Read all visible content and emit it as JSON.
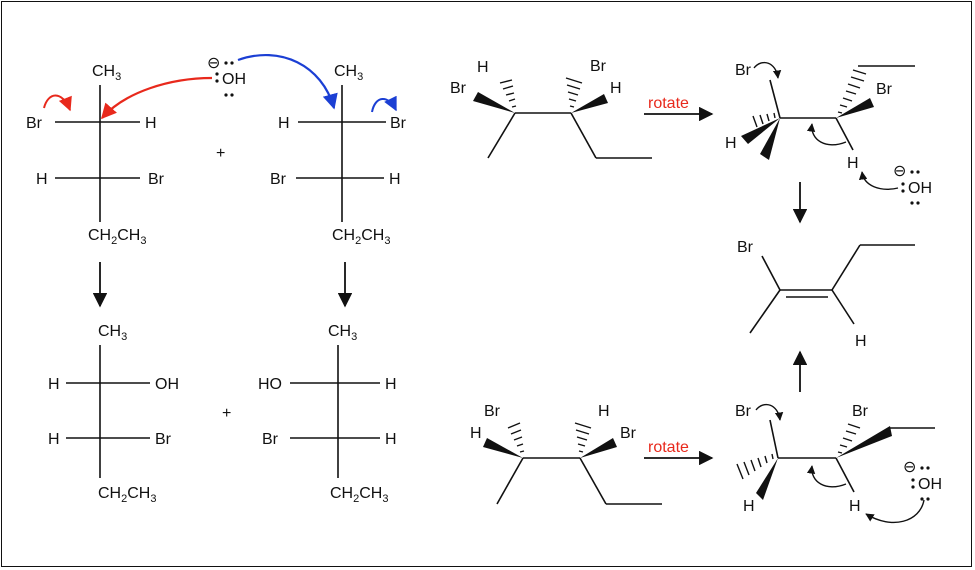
{
  "colors": {
    "ink": "#111111",
    "red_arrow": "#e8291c",
    "blue_arrow": "#1b3fd4",
    "rotate_text": "#e8291c"
  },
  "left": {
    "reactant1": {
      "top": "CH3",
      "c1_left": "Br",
      "c1_right": "H",
      "c2_left": "H",
      "c2_right": "Br",
      "bottom": "CH2CH3"
    },
    "plus_top": "+",
    "reactant2": {
      "top": "CH3",
      "c1_left": "H",
      "c1_right": "Br",
      "c2_left": "Br",
      "c2_right": "H",
      "bottom": "CH2CH3"
    },
    "nucleophile": {
      "label": "OH",
      "charge": "⊖"
    },
    "plus_bottom": "+",
    "product1": {
      "top": "CH3",
      "c1_left": "H",
      "c1_right": "OH",
      "c2_left": "H",
      "c2_right": "Br",
      "bottom": "CH2CH3"
    },
    "product2": {
      "top": "CH3",
      "c1_left": "HO",
      "c1_right": "H",
      "c2_left": "Br",
      "c2_right": "H",
      "bottom": "CH2CH3"
    }
  },
  "right": {
    "top_start": {
      "labels": [
        "H",
        "Br",
        "Br",
        "H"
      ]
    },
    "top_rotate": "rotate",
    "top_rotated": {
      "labels": [
        "Br",
        "Br",
        "H",
        "H"
      ],
      "base": {
        "label": "OH",
        "charge": "⊖"
      }
    },
    "alkene": {
      "labels": [
        "Br",
        "H"
      ]
    },
    "bottom_start": {
      "labels": [
        "Br",
        "H",
        "H",
        "Br"
      ]
    },
    "bottom_rotate": "rotate",
    "bottom_rotated": {
      "labels": [
        "Br",
        "Br",
        "H",
        "H"
      ],
      "base": {
        "label": "OH",
        "charge": "⊖"
      }
    }
  }
}
